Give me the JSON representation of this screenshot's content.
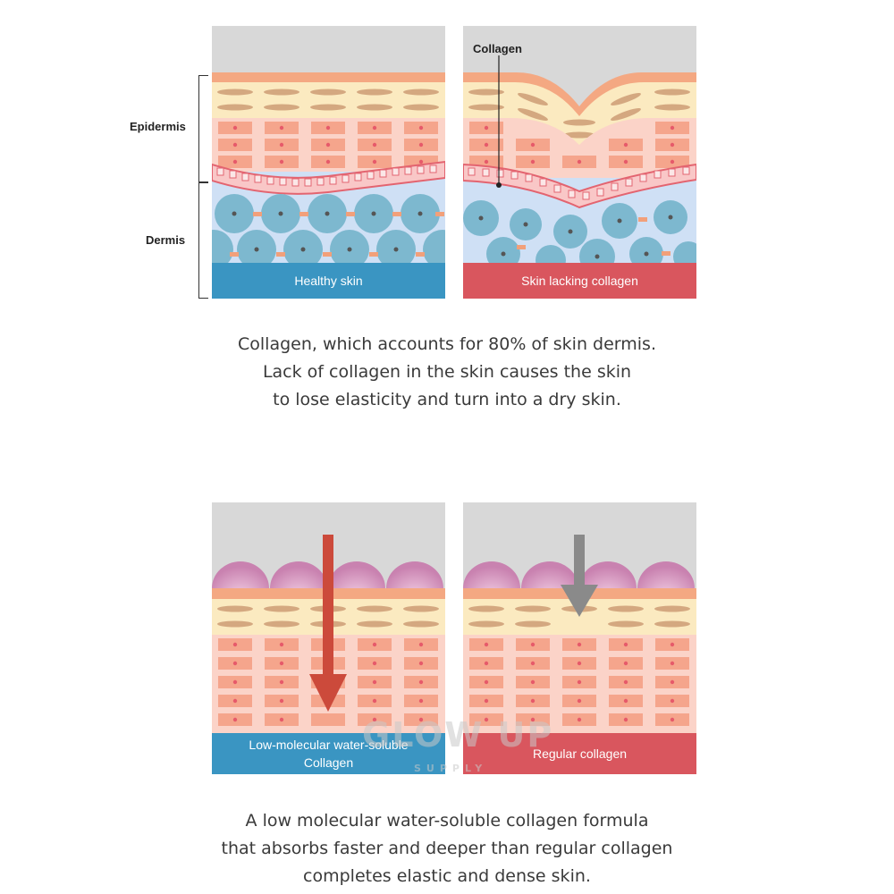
{
  "labels": {
    "epidermis": "Epidermis",
    "dermis": "Dermis",
    "collagen_tag": "Collagen"
  },
  "top": {
    "left_caption": "Healthy skin",
    "right_caption": "Skin lacking collagen",
    "text_lines": [
      "Collagen, which accounts for 80% of skin dermis.",
      "Lack of collagen in the skin causes the skin",
      "to lose elasticity and turn into a dry skin."
    ]
  },
  "bottom": {
    "left_caption_lines": [
      "Low-molecular water-soluble",
      "Collagen"
    ],
    "right_caption": "Regular collagen",
    "text_lines": [
      "A low molecular water-soluble collagen formula",
      "that absorbs faster and deeper than regular collagen",
      "completes elastic and dense skin."
    ]
  },
  "watermark": {
    "main": "GLOW UP",
    "sub": "SUPPLY"
  },
  "colors": {
    "healthy_band": "#3a95c2",
    "lacking_band": "#d9565e",
    "arrow_deep": "#cc4a3b",
    "arrow_regular": "#8a8a8a",
    "sky": "#d8d8d8"
  }
}
